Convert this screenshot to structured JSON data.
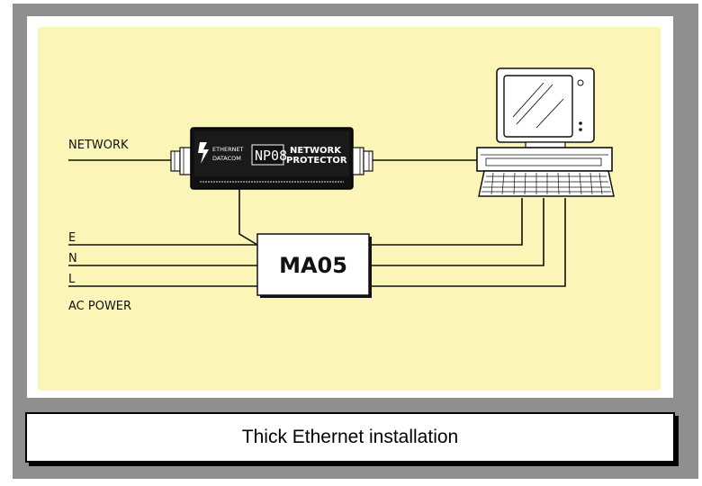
{
  "diagram": {
    "network_label": "NETWORK",
    "phase_labels": [
      "E",
      "N",
      "L"
    ],
    "ac_power_label": "AC POWER",
    "protector": {
      "brand_line1": "ETHERNET",
      "brand_line2": "DATACOM",
      "model": "NP08",
      "product_line1": "NETWORK",
      "product_line2": "PROTECTOR"
    },
    "ma05_label": "MA05"
  },
  "caption": {
    "text": "Thick Ethernet installation"
  },
  "colors": {
    "frame": "#8f8f8f",
    "diagram_background": "#fbf6b8",
    "ink": "#000000"
  }
}
